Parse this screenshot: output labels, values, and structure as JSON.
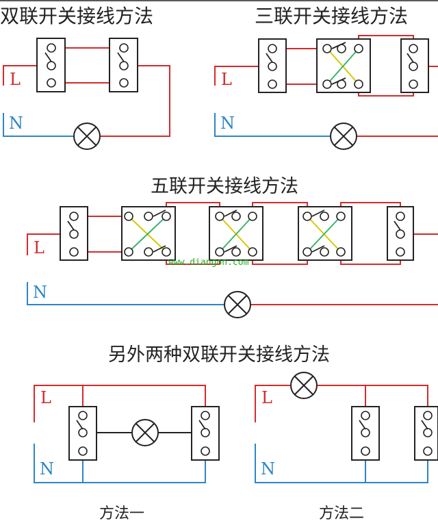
{
  "titles": {
    "double": "双联开关接线方法",
    "triple": "三联开关接线方法",
    "five": "五联开关接线方法",
    "other": "另外两种双联开关接线方法"
  },
  "captions": {
    "method1": "方法一",
    "method2": "方法二"
  },
  "labels": {
    "live": "L",
    "neutral": "N"
  },
  "watermark": "www.diangon.com",
  "colors": {
    "live_wire": "#d42a2a",
    "neutral_wire": "#2b86c4",
    "cross_yellow": "#d6c800",
    "cross_green": "#3bb36a",
    "watermark": "#1fae1f"
  }
}
